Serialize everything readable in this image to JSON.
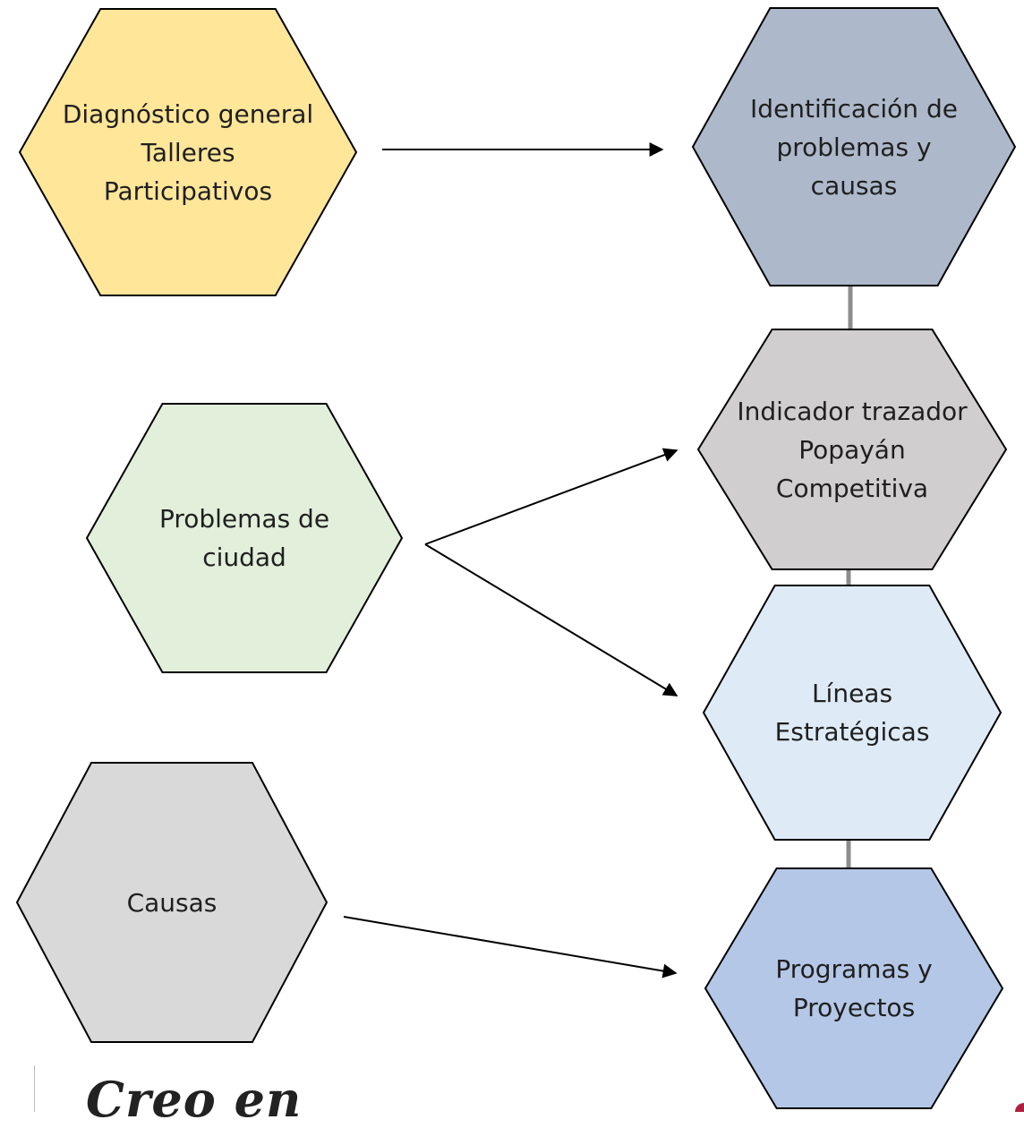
{
  "nodes": [
    {
      "id": "diagnostico",
      "lines": [
        "Diagnóstico general",
        "Talleres",
        "Participativos"
      ],
      "fill": "#ffe699"
    },
    {
      "id": "problemas-ciudad",
      "lines": [
        "Problemas de",
        "ciudad"
      ],
      "fill": "#e2efda"
    },
    {
      "id": "causas",
      "lines": [
        "Causas"
      ],
      "fill": "#d9d9d9"
    },
    {
      "id": "identificacion",
      "lines": [
        "Identificación de",
        "problemas y",
        "causas"
      ],
      "fill": "#adb9ca"
    },
    {
      "id": "indicador",
      "lines": [
        "Indicador trazador",
        "Popayán",
        "Competitiva"
      ],
      "fill": "#d0cece"
    },
    {
      "id": "lineas",
      "lines": [
        "Líneas",
        "Estratégicas"
      ],
      "fill": "#deebf7"
    },
    {
      "id": "programas",
      "lines": [
        "Programas y",
        "Proyectos"
      ],
      "fill": "#b4c7e7"
    }
  ],
  "edges": [
    {
      "from": "diagnostico",
      "to": "identificacion",
      "arrow": true
    },
    {
      "from": "problemas-ciudad",
      "to": "indicador",
      "arrow": true
    },
    {
      "from": "problemas-ciudad",
      "to": "lineas",
      "arrow": true
    },
    {
      "from": "causas",
      "to": "programas",
      "arrow": true
    },
    {
      "from": "identificacion",
      "to": "indicador",
      "arrow": false
    },
    {
      "from": "indicador",
      "to": "lineas",
      "arrow": false
    },
    {
      "from": "lineas",
      "to": "programas",
      "arrow": false
    }
  ],
  "footer": {
    "signature": "Creo en"
  },
  "colors": {
    "stroke": "#000000",
    "connector": "#8c8c8c",
    "accent": "#b02040"
  }
}
